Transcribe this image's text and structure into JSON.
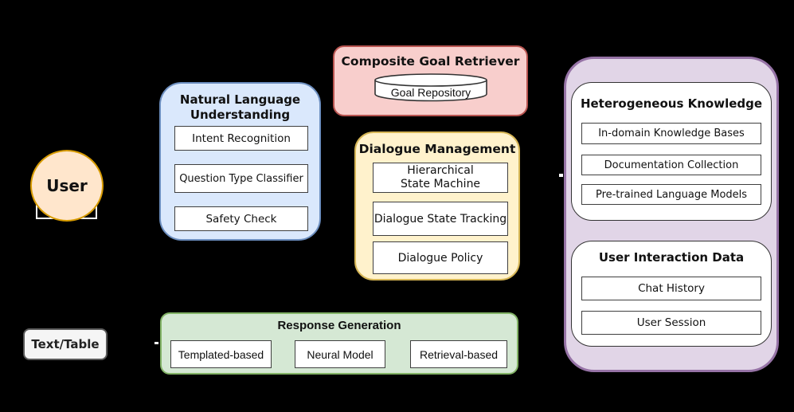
{
  "canvas": {
    "background": "#000000"
  },
  "user": {
    "label": "User",
    "fill": "#ffe6cc",
    "border": "#d79b00"
  },
  "text_table": {
    "label": "Text/Table",
    "fill": "#f5f5f5",
    "border": "#595959"
  },
  "nlu": {
    "title": "Natural Language\nUnderstanding",
    "fill": "#dae8fc",
    "border": "#6c8ebf",
    "items": [
      "Intent Recognition",
      "Question Type Classifier",
      "Safety Check"
    ]
  },
  "goal_retriever": {
    "title": "Composite Goal Retriever",
    "fill": "#f8cecc",
    "border": "#b85450",
    "repository_label": "Goal Repository"
  },
  "dialogue_management": {
    "title": "Dialogue Management",
    "fill": "#fff2cc",
    "border": "#d6b656",
    "items": [
      "Hierarchical\nState Machine",
      "Dialogue State Tracking",
      "Dialogue Policy"
    ]
  },
  "response_generation": {
    "title": "Response Generation",
    "fill": "#d5e8d4",
    "border": "#82b366",
    "items": [
      "Templated-based",
      "Neural Model",
      "Retrieval-based"
    ]
  },
  "knowledge_panel": {
    "fill": "#e1d5e7",
    "border": "#9673a6",
    "heterogeneous_knowledge": {
      "title": "Heterogeneous Knowledge",
      "items": [
        "In-domain Knowledge Bases",
        "Documentation Collection",
        "Pre-trained Language Models"
      ]
    },
    "user_interaction_data": {
      "title": "User Interaction Data",
      "items": [
        "Chat History",
        "User Session"
      ]
    }
  }
}
